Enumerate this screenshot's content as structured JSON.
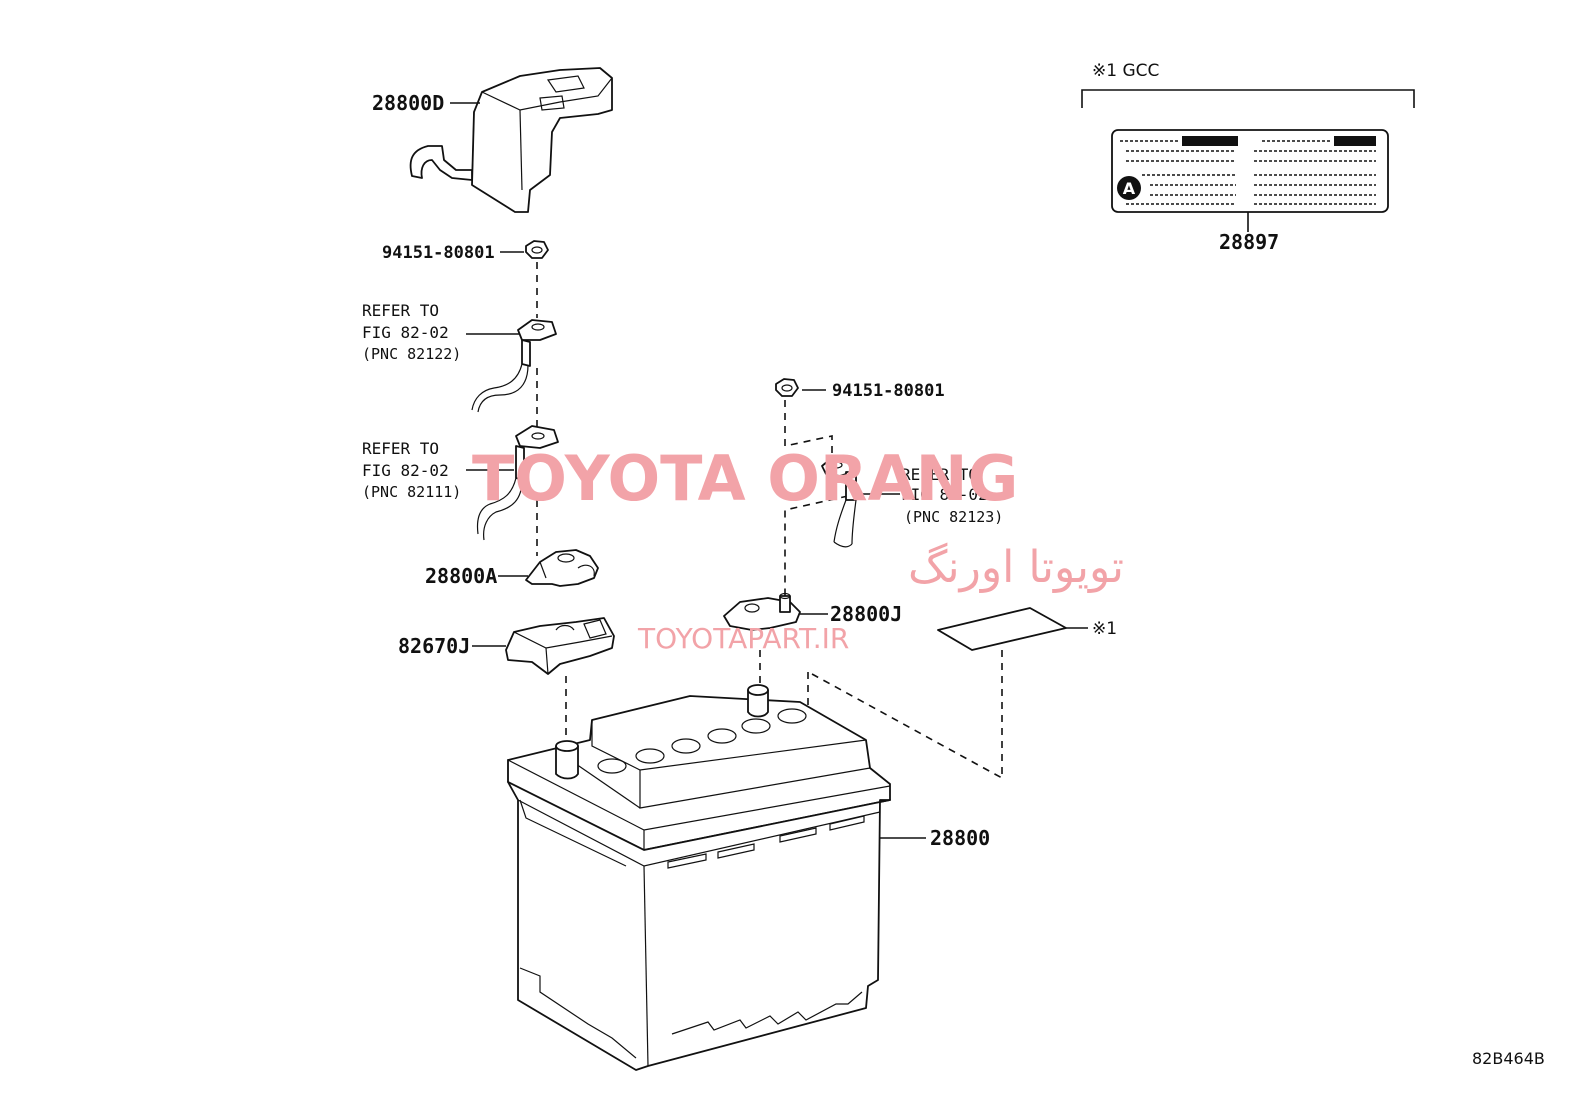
{
  "diagram": {
    "code": "82B464B",
    "callouts": {
      "p_28800D": "28800D",
      "p_94151_top": "94151-80801",
      "p_94151_right": "94151-80801",
      "p_28800A": "28800A",
      "p_82670J": "82670J",
      "p_28800J": "28800J",
      "p_28800": "28800",
      "p_28897": "28897",
      "note_ref_1": "※1"
    },
    "refer_blocks": [
      {
        "line1": "REFER TO",
        "line2": "FIG 82-02",
        "line3": "(PNC 82122)"
      },
      {
        "line1": "REFER TO",
        "line2": "FIG 82-02",
        "line3": "(PNC 82111)"
      },
      {
        "line1": "REFER TO",
        "line2": "FIG 82-02",
        "line3": "(PNC 82123)"
      }
    ],
    "gcc_note": "※1 GCC",
    "label_mark": "A"
  },
  "watermark": {
    "brand": "TOYOTA ORANG",
    "brand_fa": "تویوتا اورنگ",
    "url": "TOYOTAPART.IR",
    "color": "#f2a3a8"
  }
}
